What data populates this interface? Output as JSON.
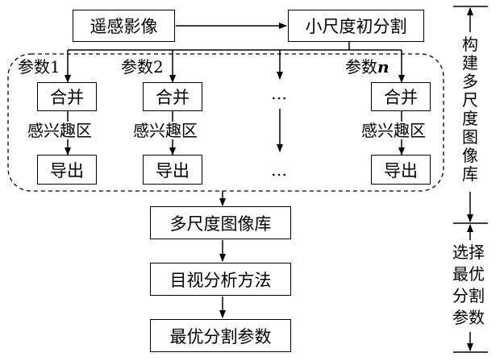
{
  "nodes": {
    "remote_sensing": "遥感影像",
    "small_scale_seg": "小尺度初分割",
    "merge": "合并",
    "export": "导出",
    "roi": "感兴趣区",
    "multiscale_library": "多尺度图像库",
    "visual_analysis": "目视分析方法",
    "optimal_params": "最优分割参数"
  },
  "params": {
    "p1_prefix": "参数",
    "p1_index": "1",
    "p2_prefix": "参数",
    "p2_index": "2",
    "pn_prefix": "参数",
    "pn_index": "n"
  },
  "ellipsis": "…",
  "side": {
    "build_library": "构建多尺度图像库",
    "select_params": "选择最优分割参数"
  }
}
